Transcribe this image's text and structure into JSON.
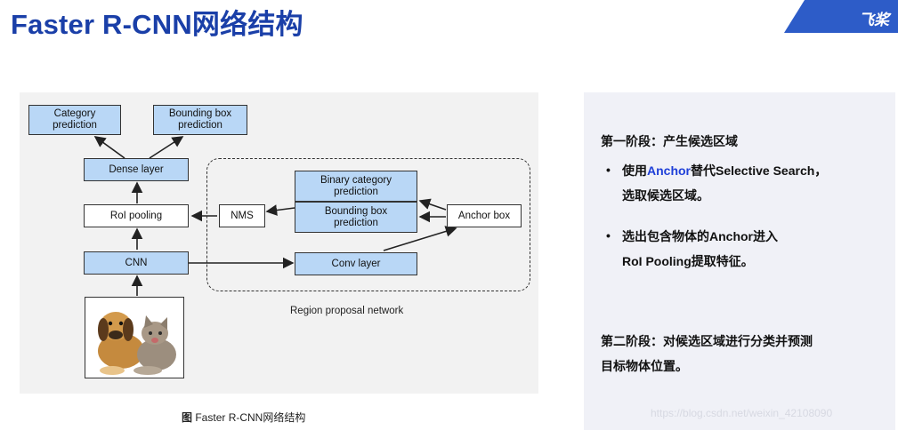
{
  "page": {
    "title": "Faster R-CNN网络结构",
    "logo_text": "飞桨"
  },
  "diagram": {
    "boxes": {
      "category_prediction": "Category\nprediction",
      "bbox_prediction_top": "Bounding box\nprediction",
      "dense_layer": "Dense layer",
      "roi_pooling": "RoI pooling",
      "cnn": "CNN",
      "nms": "NMS",
      "binary_category_prediction": "Binary category\nprediction",
      "bbox_prediction_rpn": "Bounding box\nprediction",
      "anchor_box": "Anchor box",
      "conv_layer": "Conv layer"
    },
    "rpn_label": "Region proposal network",
    "colors": {
      "blue_box": "#b9d7f6",
      "white_box": "#ffffff",
      "title": "#1a3fa8",
      "accent": "#1e3fd8"
    }
  },
  "caption": {
    "label": "图",
    "text": " Faster R-CNN网络结构"
  },
  "side_panel": {
    "stage1_title": "第一阶段：产生候选区域",
    "bullet1_prefix": "使用",
    "bullet1_accent": "Anchor",
    "bullet1_rest": "替代Selective Search，",
    "bullet1_line2": "选取候选区域。",
    "bullet2_line1": "选出包含物体的Anchor进入",
    "bullet2_line2": "RoI Pooling提取特征。",
    "bullet_symbol": "•",
    "stage2_line1": "第二阶段：对候选区域进行分类并预测",
    "stage2_line2": "目标物体位置。"
  },
  "watermark": "https://blog.csdn.net/weixin_42108090"
}
